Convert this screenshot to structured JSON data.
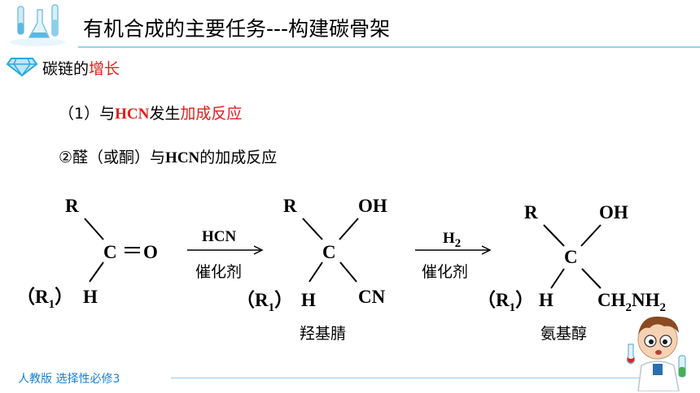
{
  "header": {
    "title": "有机合成的主要任务---构建碳骨架"
  },
  "section": {
    "prefix": "碳链的",
    "highlight": "增长"
  },
  "point_one": {
    "prefix": "（1）与",
    "reagent": "HCN",
    "middle": "发生",
    "highlight": "加成反应"
  },
  "point_two": {
    "prefix": "②醛（或酮）与",
    "reagent": "HCN",
    "suffix": "的加成反应"
  },
  "reaction": {
    "reactant": {
      "r": "R",
      "r1_open": "（R",
      "r1_sub": "1",
      "r1_close": "）",
      "h": "H",
      "c": "C",
      "double_bond": "═",
      "o": "O"
    },
    "step1": {
      "reagent": "HCN",
      "catalyst": "催化剂"
    },
    "intermediate": {
      "r": "R",
      "oh": "OH",
      "c": "C",
      "r1_open": "（R",
      "r1_sub": "1",
      "r1_close": "）",
      "h": "H",
      "cn": "CN",
      "name": "羟基腈"
    },
    "step2": {
      "reagent": "H",
      "reagent_sub": "2",
      "catalyst": "催化剂"
    },
    "product": {
      "r": "R",
      "oh": "OH",
      "c": "C",
      "r1_open": "（R",
      "r1_sub": "1",
      "r1_close": "）",
      "h": "H",
      "ch2nh2": "CH",
      "sub2a": "2",
      "nh": "NH",
      "sub2b": "2",
      "name": "氨基醇"
    }
  },
  "footer": {
    "label": "人教版 选择性必修3"
  },
  "colors": {
    "accent_red": "#e0201b",
    "header_line": "#8fd6ea",
    "footer_blue": "#1a7fd0",
    "gem": "#2aa9e0"
  }
}
